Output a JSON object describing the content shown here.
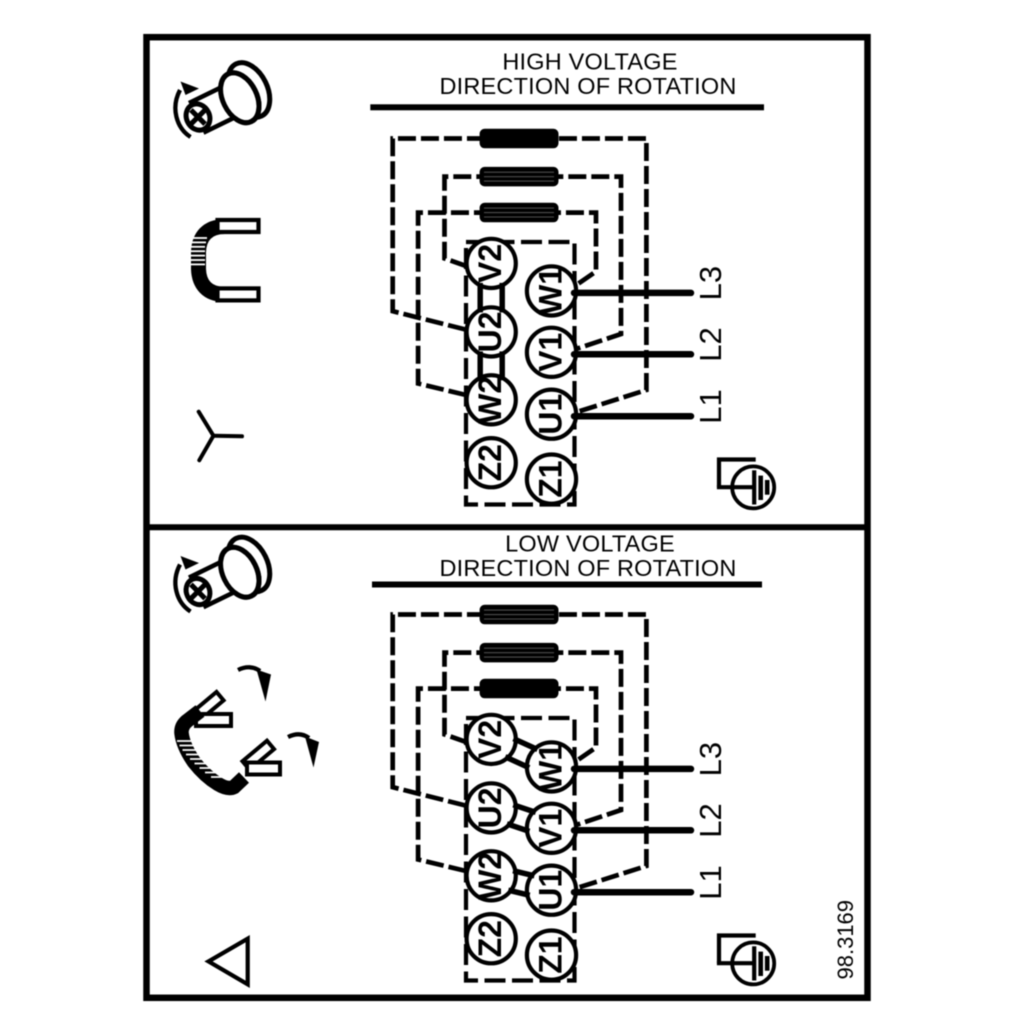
{
  "figure_number": "98.3169",
  "colors": {
    "ink": "#000000",
    "background": "#ffffff"
  },
  "panels": [
    {
      "id": "high-voltage",
      "title_line1": "HIGH VOLTAGE",
      "title_line2": "DIRECTION OF ROTATION",
      "connection": "star",
      "icons": [
        "screw-rotation-icon",
        "jumper-link-icon",
        "star-symbol-icon",
        "earth-ground-icon"
      ],
      "terminals": {
        "left": [
          "V2",
          "U2",
          "W2",
          "Z2"
        ],
        "right": [
          "W1",
          "V1",
          "U1",
          "Z1"
        ]
      },
      "supply_lines": [
        "L3",
        "L2",
        "L1"
      ]
    },
    {
      "id": "low-voltage",
      "title_line1": "LOW VOLTAGE",
      "title_line2": "DIRECTION OF ROTATION",
      "connection": "delta",
      "icons": [
        "screw-rotation-icon",
        "delta-jumper-icon",
        "delta-symbol-icon",
        "earth-ground-icon"
      ],
      "terminals": {
        "left": [
          "V2",
          "U2",
          "W2",
          "Z2"
        ],
        "right": [
          "W1",
          "V1",
          "U1",
          "Z1"
        ]
      },
      "supply_lines": [
        "L3",
        "L2",
        "L1"
      ]
    }
  ]
}
